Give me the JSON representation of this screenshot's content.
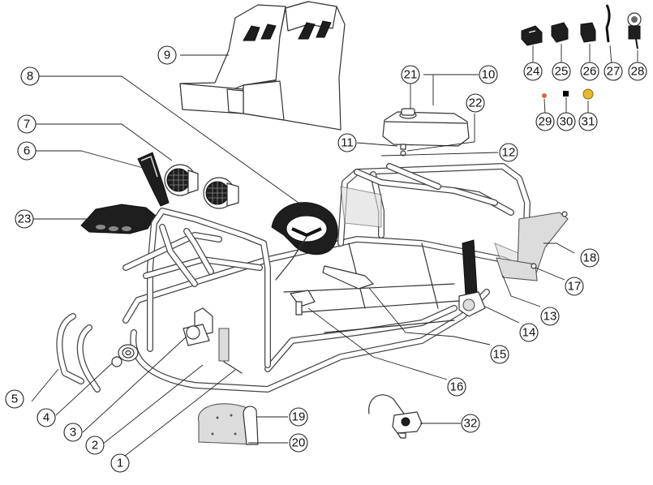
{
  "diagram": {
    "callouts": [
      {
        "id": "c1",
        "label": "1"
      },
      {
        "id": "c2",
        "label": "2"
      },
      {
        "id": "c3",
        "label": "3"
      },
      {
        "id": "c4",
        "label": "4"
      },
      {
        "id": "c5",
        "label": "5"
      },
      {
        "id": "c6",
        "label": "6"
      },
      {
        "id": "c7",
        "label": "7"
      },
      {
        "id": "c8",
        "label": "8"
      },
      {
        "id": "c9",
        "label": "9"
      },
      {
        "id": "c10",
        "label": "10"
      },
      {
        "id": "c11",
        "label": "11"
      },
      {
        "id": "c12",
        "label": "12"
      },
      {
        "id": "c13",
        "label": "13"
      },
      {
        "id": "c14",
        "label": "14"
      },
      {
        "id": "c15",
        "label": "15"
      },
      {
        "id": "c16",
        "label": "16"
      },
      {
        "id": "c17",
        "label": "17"
      },
      {
        "id": "c18",
        "label": "18"
      },
      {
        "id": "c19",
        "label": "19"
      },
      {
        "id": "c20",
        "label": "20"
      },
      {
        "id": "c21",
        "label": "21"
      },
      {
        "id": "c22",
        "label": "22"
      },
      {
        "id": "c23",
        "label": "23"
      },
      {
        "id": "c24",
        "label": "24"
      },
      {
        "id": "c25",
        "label": "25"
      },
      {
        "id": "c26",
        "label": "26"
      },
      {
        "id": "c27",
        "label": "27"
      },
      {
        "id": "c28",
        "label": "28"
      },
      {
        "id": "c29",
        "label": "29"
      },
      {
        "id": "c30",
        "label": "30"
      },
      {
        "id": "c31",
        "label": "31"
      },
      {
        "id": "c32",
        "label": "32"
      }
    ],
    "colors": {
      "line": "#333333",
      "part_fill": "#dcdcdc",
      "dark_part": "#1e1e1e",
      "dot_29": "#d2693c",
      "dot_30": "#000000",
      "dot_31": "#e8b830"
    }
  }
}
